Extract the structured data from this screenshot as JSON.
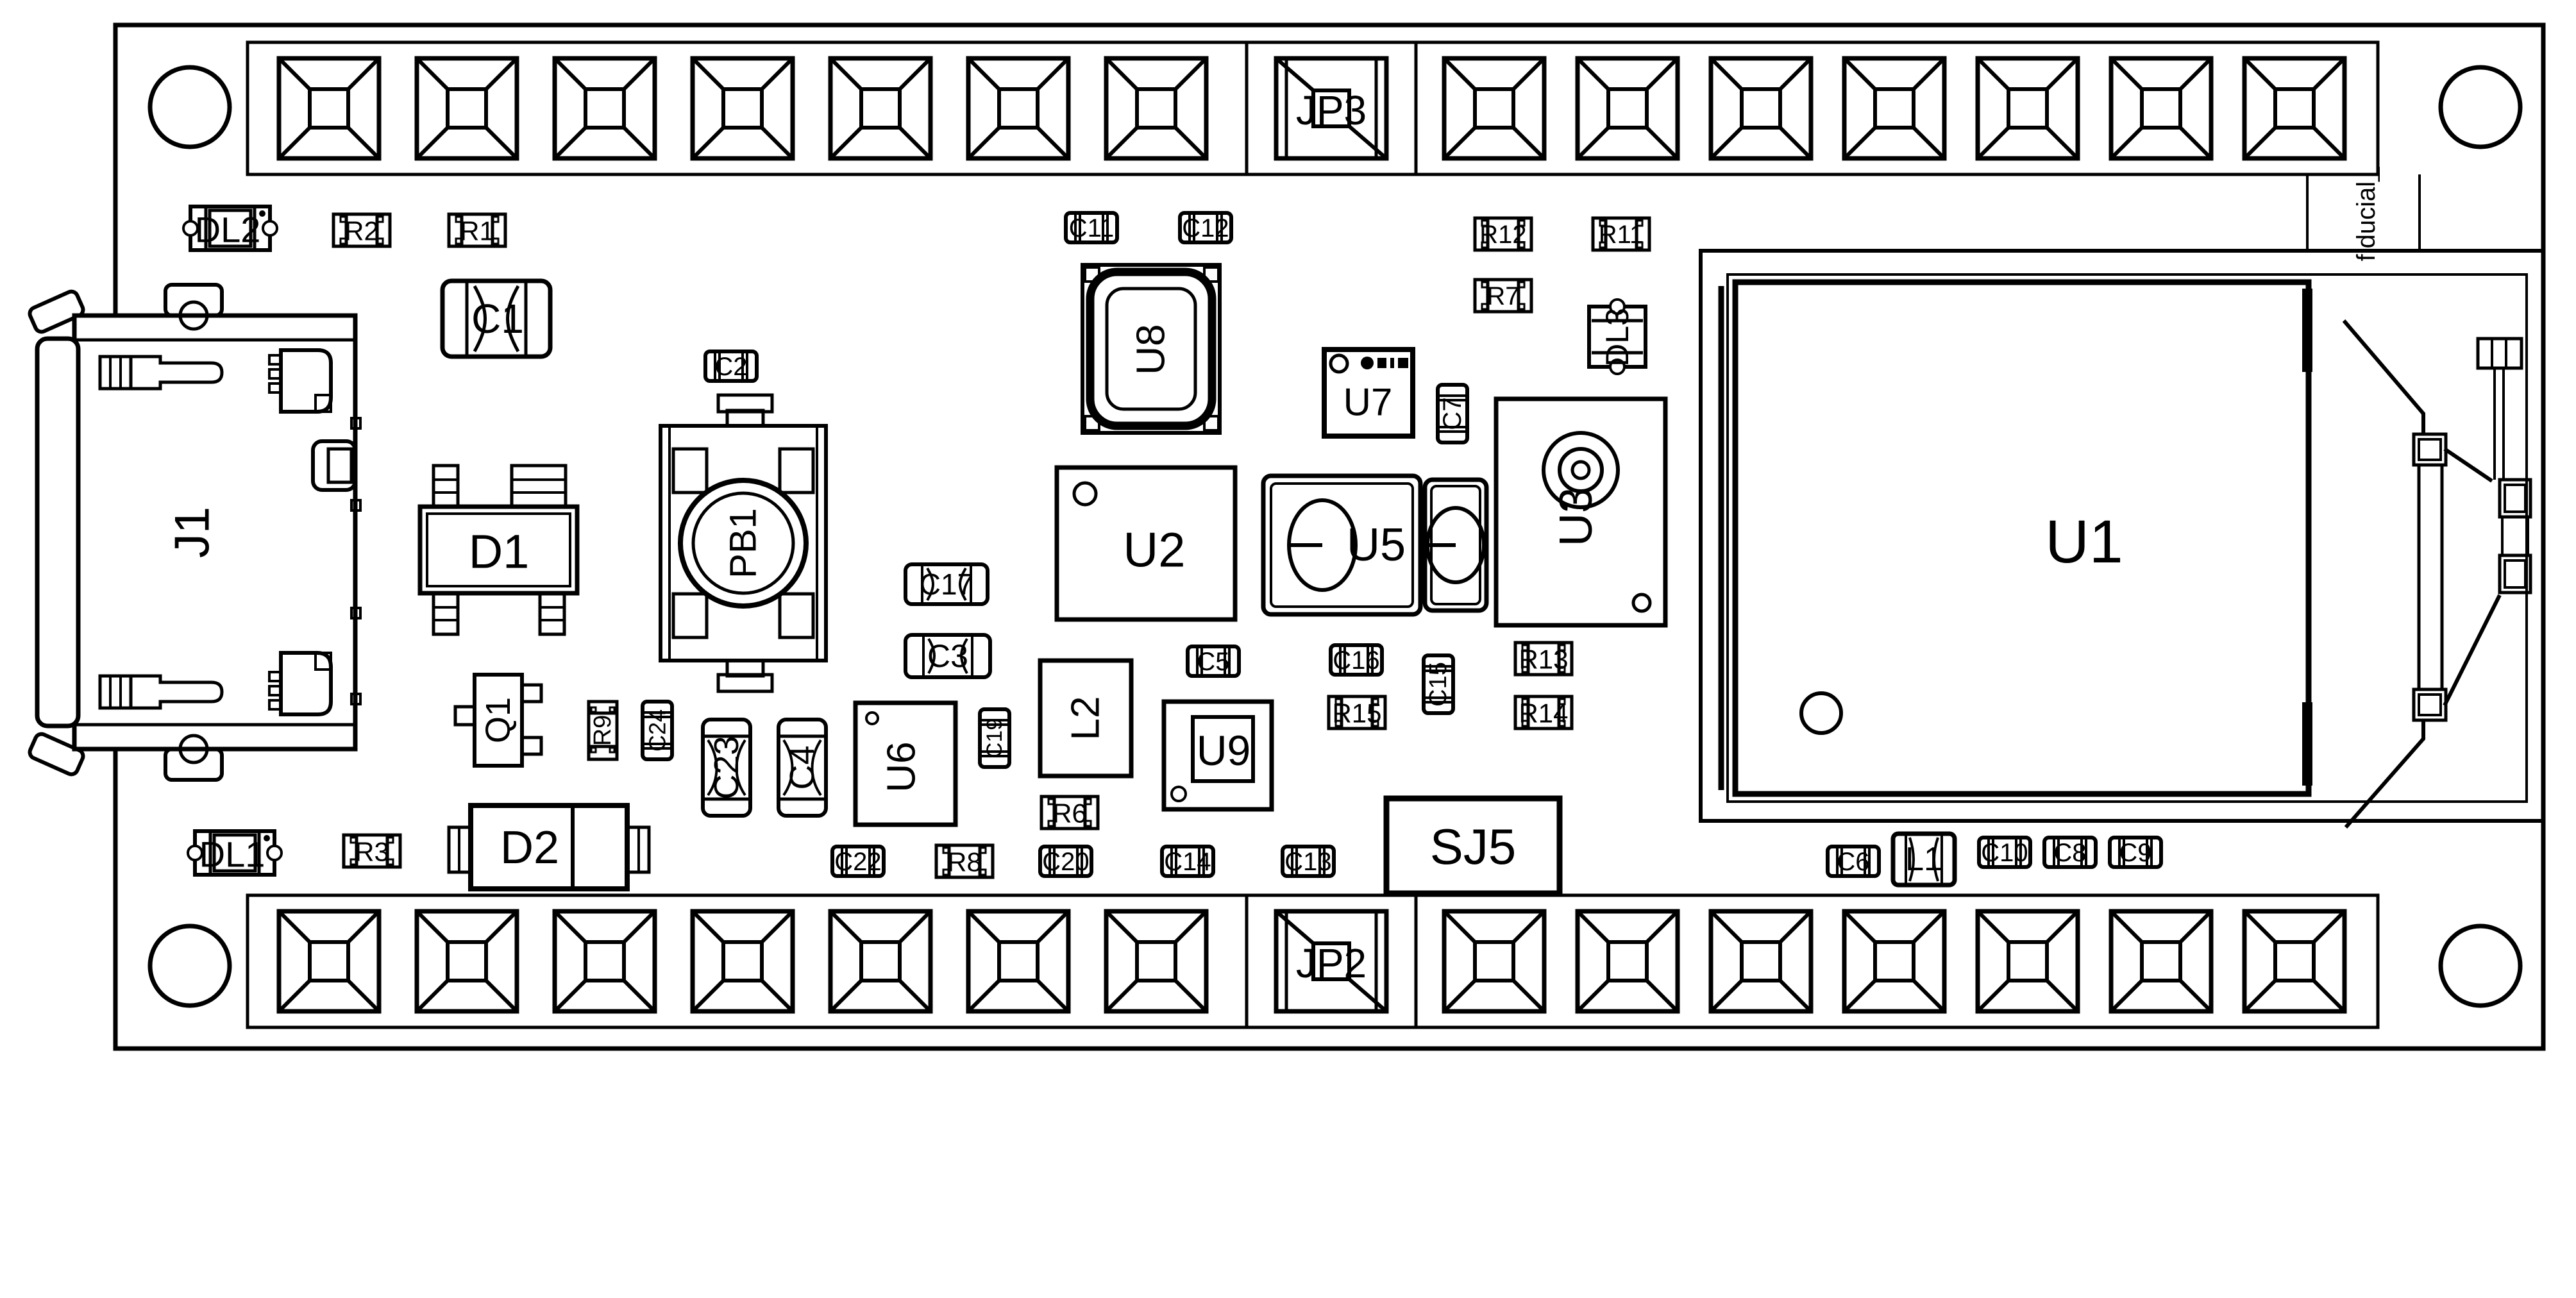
{
  "page": {
    "background_color": "#ffffff",
    "line_color": "#000000",
    "description": "PCB assembly drawing, top silkscreen view"
  },
  "labels": {
    "j1": "J1",
    "dl2": "DL2",
    "r2": "R2",
    "r1": "R1",
    "c1": "C1",
    "c2": "C2",
    "d1": "D1",
    "pb1": "PB1",
    "q1": "Q1",
    "r9": "R9",
    "c24": "C24",
    "c23": "C23",
    "c4": "C4",
    "d2": "D2",
    "dl1": "DL1",
    "r3": "R3",
    "c22": "C22",
    "r8": "R8",
    "c20": "C20",
    "c14": "C14",
    "c13": "C13",
    "u6": "U6",
    "c19": "C19",
    "l2": "L2",
    "u9": "U9",
    "r6": "R6",
    "c5": "C5",
    "c17": "C17",
    "c3": "C3",
    "u2": "U2",
    "u5": "U5",
    "u3": "U3",
    "u7": "U7",
    "c7": "C7",
    "u8": "U8",
    "c11": "C11",
    "c12": "C12",
    "r12": "R12",
    "r11": "R11",
    "r7": "R7",
    "dl3": "DL3",
    "c16": "C16",
    "c15": "C15",
    "r13": "R13",
    "r15": "R15",
    "r14": "R14",
    "sj5": "SJ5",
    "jp2": "JP2",
    "jp3": "JP3",
    "c6": "C6",
    "l1": "L1",
    "c10": "C10",
    "c8": "C8",
    "c9": "C9",
    "u1": "U1",
    "fiducial": "fiducial_"
  }
}
